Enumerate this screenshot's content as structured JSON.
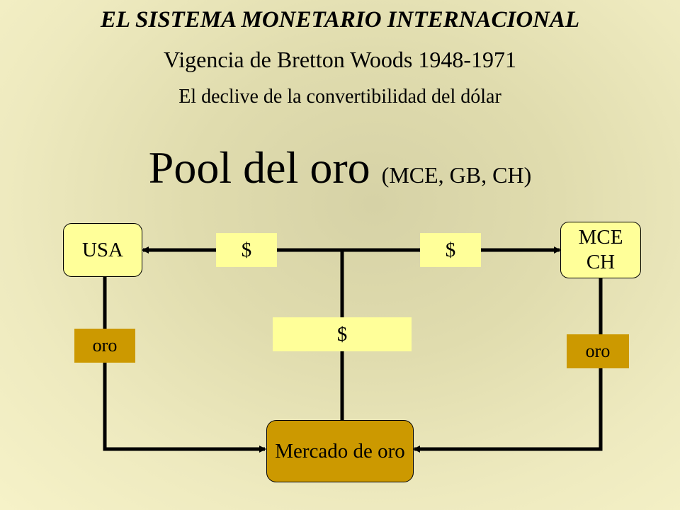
{
  "header": {
    "title": "EL SISTEMA MONETARIO INTERNACIONAL",
    "subtitle": "Vigencia de Bretton Woods 1948-1971",
    "subtitle2": "El declive de la convertibilidad del dólar",
    "heading_main": "Pool del oro",
    "heading_note": "(MCE, GB, CH)"
  },
  "diagram": {
    "nodes": {
      "usa": "USA",
      "mce_line1": "MCE",
      "mce_line2": "CH",
      "market": "Mercado de oro"
    },
    "labels": {
      "dollar_left": "$",
      "dollar_right": "$",
      "dollar_center": "$",
      "gold_left": "oro",
      "gold_right": "oro"
    },
    "colors": {
      "node_light": "#ffff99",
      "node_dark": "#cc9900",
      "line": "#000000"
    }
  }
}
